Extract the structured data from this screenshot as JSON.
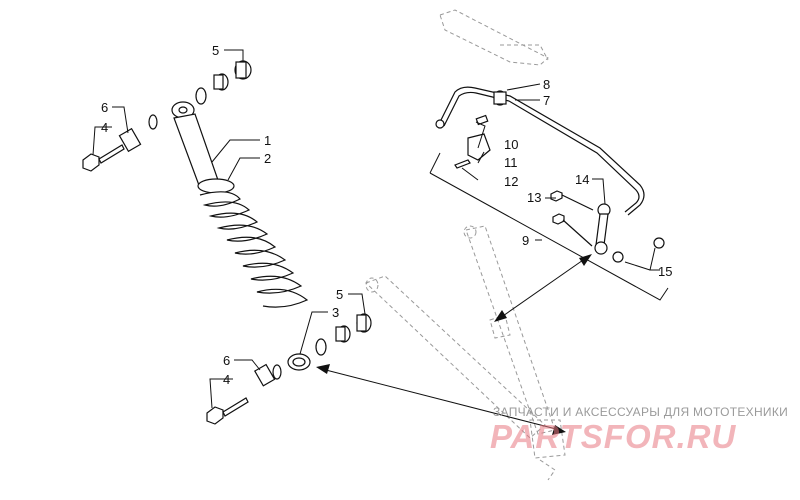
{
  "callouts": {
    "c1": "1",
    "c2": "2",
    "c3": "3",
    "c4a": "4",
    "c4b": "4",
    "c5a": "5",
    "c5b": "5",
    "c6a": "6",
    "c6b": "6",
    "c7": "7",
    "c8": "8",
    "c9": "9",
    "c10": "10",
    "c11": "11",
    "c12": "12",
    "c13": "13",
    "c14": "14",
    "c15": "15"
  },
  "watermark": {
    "tagline": "ЗАПЧАСТИ И АКСЕССУАРЫ ДЛЯ МОТОТЕХНИКИ",
    "logo": "PARTSFOR.RU"
  },
  "colors": {
    "watermark_logo": "#e87882",
    "watermark_text": "#9a9a9a",
    "line": "#111111"
  }
}
